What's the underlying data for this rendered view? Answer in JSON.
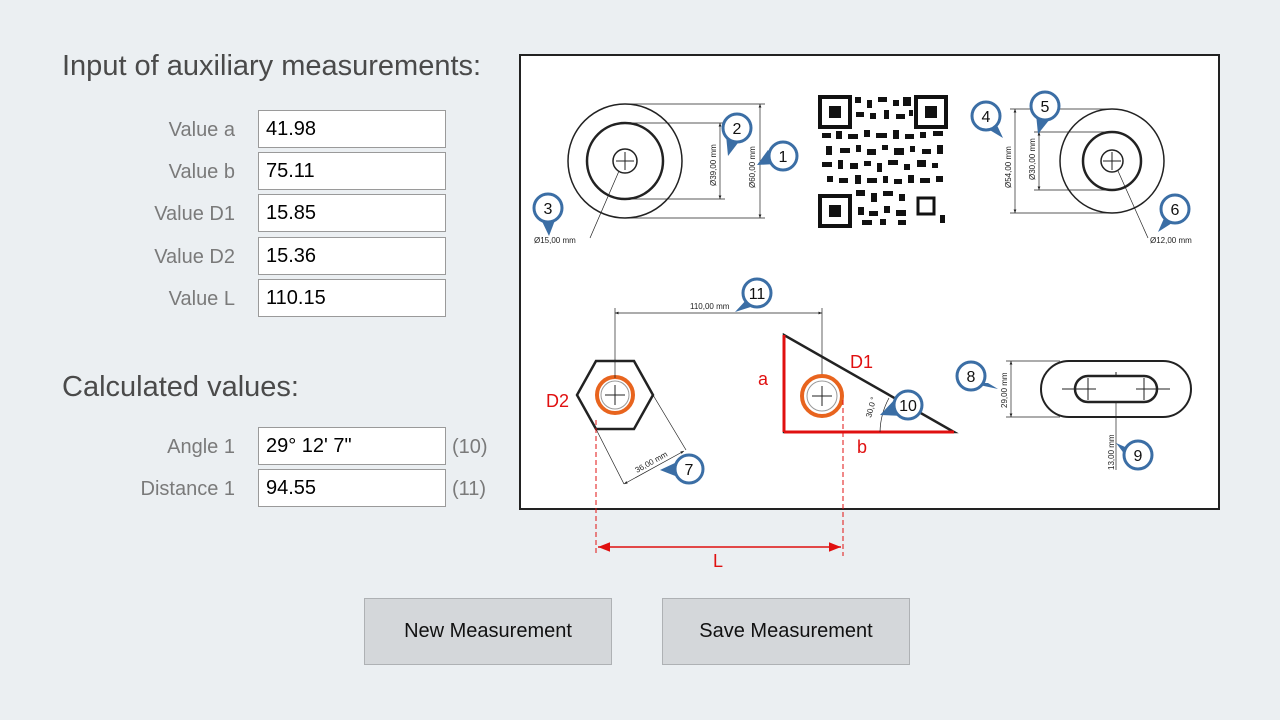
{
  "inputs_section": {
    "title": "Input of auxiliary measurements:",
    "fields": [
      {
        "label": "Value a",
        "value": "41.98"
      },
      {
        "label": "Value b",
        "value": "75.11"
      },
      {
        "label": "Value D1",
        "value": "15.85"
      },
      {
        "label": "Value D2",
        "value": "15.36"
      },
      {
        "label": "Value L",
        "value": "110.15"
      }
    ]
  },
  "calculated_section": {
    "title": "Calculated values:",
    "fields": [
      {
        "label": "Angle 1",
        "value": "29° 12' 7\"",
        "ref": "(10)"
      },
      {
        "label": "Distance 1",
        "value": "94.55",
        "ref": "(11)"
      }
    ]
  },
  "drawing": {
    "dims": {
      "d60": "Ø60,00 mm",
      "d39": "Ø39,00 mm",
      "d15": "Ø15,00 mm",
      "d54": "Ø54,00 mm",
      "d30": "Ø30,00 mm",
      "d12": "Ø12,00 mm",
      "len110": "110,00 mm",
      "hex36": "36,00 mm",
      "angle30": "30,0 °",
      "h29": "29,00 mm",
      "w13": "13,00 mm"
    },
    "red_labels": {
      "a": "a",
      "b": "b",
      "D1": "D1",
      "D2": "D2",
      "L": "L"
    },
    "markers": [
      "1",
      "2",
      "3",
      "4",
      "5",
      "6",
      "7",
      "8",
      "9",
      "10",
      "11"
    ]
  },
  "buttons": {
    "new_label": "New Measurement",
    "save_label": "Save Measurement"
  },
  "colors": {
    "background": "#ebeff2",
    "dimension_red": "#e01010",
    "marker_blue": "#3b6ea5",
    "ring_orange": "#e8641e"
  }
}
